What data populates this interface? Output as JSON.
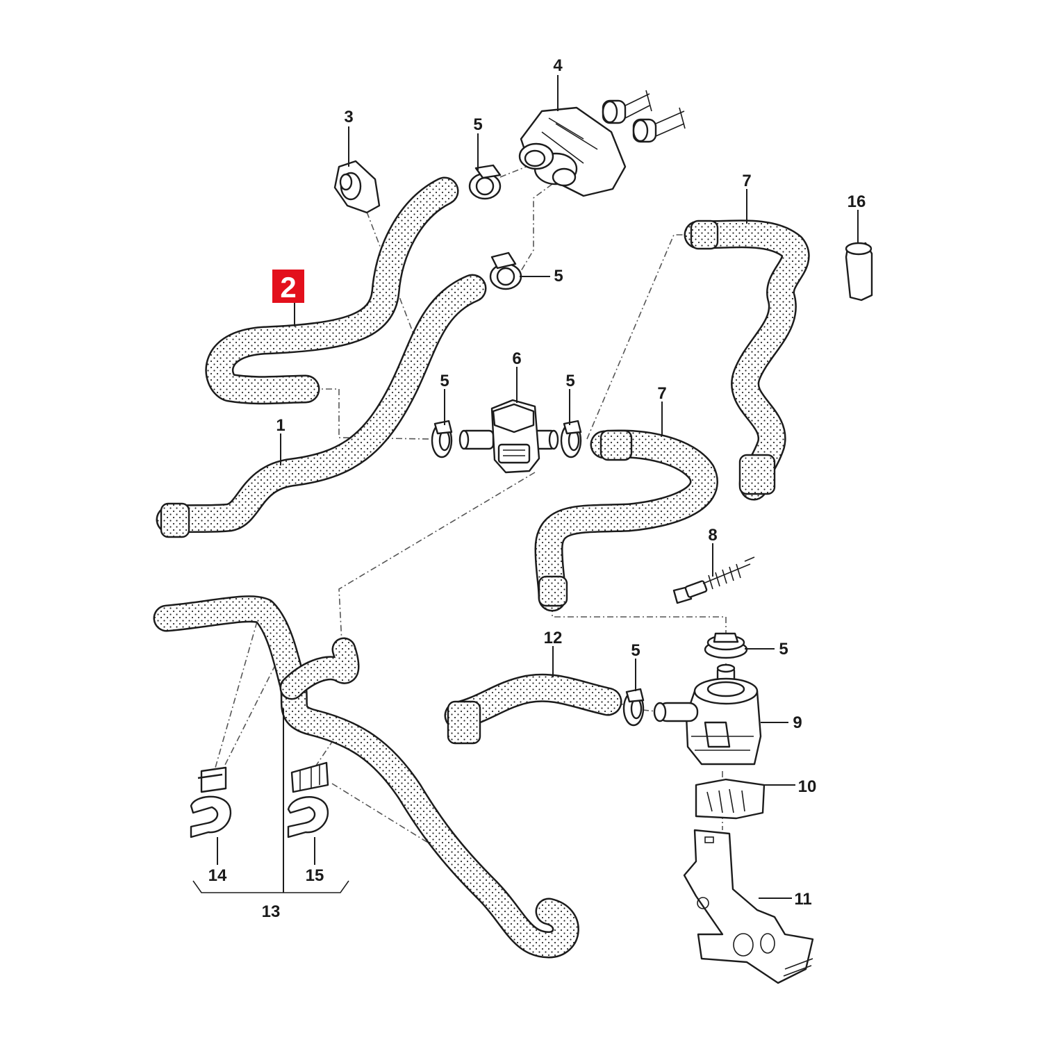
{
  "diagram": {
    "highlight": {
      "label": "2",
      "color": "#e3101c"
    },
    "labels": {
      "l1": "1",
      "l3": "3",
      "l4": "4",
      "l5a": "5",
      "l5b": "5",
      "l5c": "5",
      "l5d": "5",
      "l5e": "5",
      "l5f": "5",
      "l6": "6",
      "l7a": "7",
      "l7b": "7",
      "l8": "8",
      "l9": "9",
      "l10": "10",
      "l11": "11",
      "l12": "12",
      "l13": "13",
      "l14": "14",
      "l15": "15",
      "l16": "16"
    }
  }
}
